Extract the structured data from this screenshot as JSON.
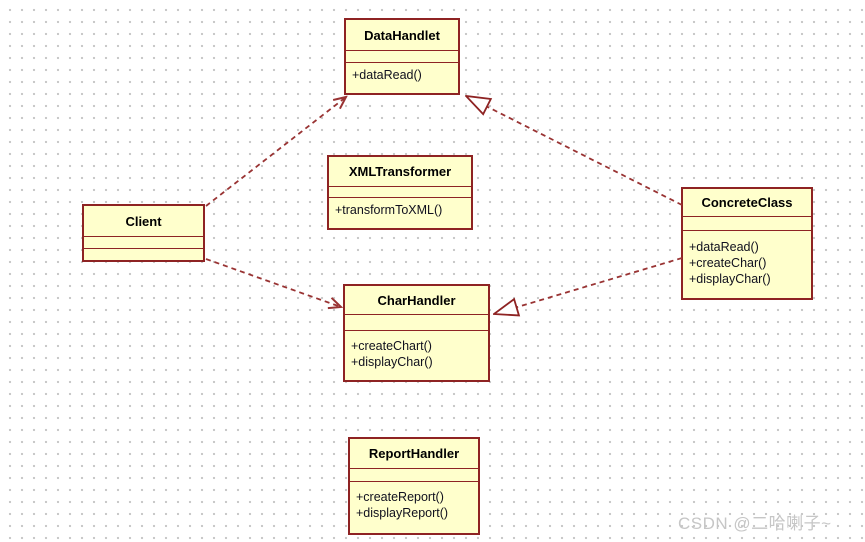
{
  "diagram": {
    "title": "UML class diagram",
    "colors": {
      "node_fill": "#ffffcc",
      "node_border": "#8e2323",
      "edge": "#993333",
      "background_dots": "#c9c9c9"
    },
    "classes": [
      {
        "name": "DataHandlet",
        "attributes": [],
        "methods": [
          "+dataRead()"
        ]
      },
      {
        "name": "XMLTransformer",
        "attributes": [],
        "methods": [
          "+transformToXML()"
        ]
      },
      {
        "name": "Client",
        "attributes": [],
        "methods": []
      },
      {
        "name": "ConcreteClass",
        "attributes": [],
        "methods": [
          "+dataRead()",
          "+createChar()",
          "+displayChar()"
        ]
      },
      {
        "name": "CharHandler",
        "attributes": [],
        "methods": [
          "+createChart()",
          "+displayChar()"
        ]
      },
      {
        "name": "ReportHandler",
        "attributes": [],
        "methods": [
          "+createReport()",
          "+displayReport()"
        ]
      }
    ],
    "relationships": [
      {
        "from": "Client",
        "to": "DataHandlet",
        "type": "dependency",
        "line": "dashed",
        "arrowhead": "open"
      },
      {
        "from": "Client",
        "to": "CharHandler",
        "type": "dependency",
        "line": "dashed",
        "arrowhead": "open"
      },
      {
        "from": "ConcreteClass",
        "to": "DataHandlet",
        "type": "realization",
        "line": "dashed",
        "arrowhead": "hollow-triangle"
      },
      {
        "from": "ConcreteClass",
        "to": "CharHandler",
        "type": "realization",
        "line": "dashed",
        "arrowhead": "hollow-triangle"
      }
    ]
  },
  "watermark": {
    "text": "CSDN @二哈喇子~"
  }
}
